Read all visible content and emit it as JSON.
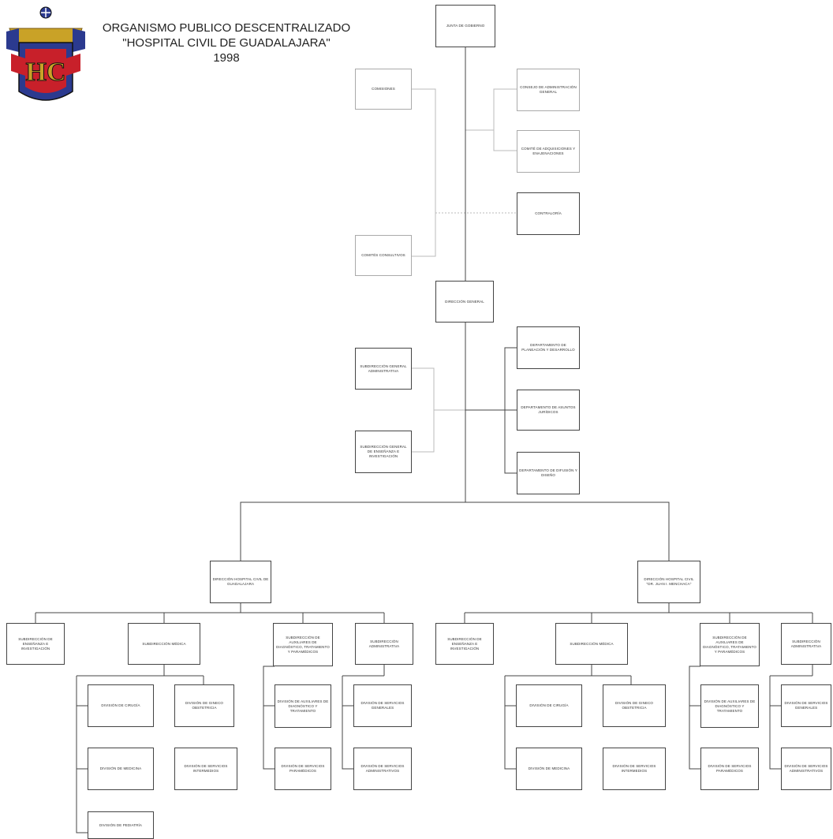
{
  "header": {
    "line1": "ORGANISMO PUBLICO DESCENTRALIZADO",
    "line2": "\"HOSPITAL CIVIL DE GUADALAJARA\"",
    "line3": "1998",
    "logo_text": "HC"
  },
  "nodes": {
    "junta": "JUNTA DE GOBIERNO",
    "comisiones": "COMISIONES",
    "consejo": "CONSEJO DE ADMINISTRACIÓN GENERAL",
    "comite_adq": "COMITÉ DE ADQUISICIONES Y ENAJENACIONES",
    "contraloria": "CONTRALORÍA",
    "comites_consultivos": "COMITÉS CONSULTIVOS",
    "direccion_general": "DIRECCIÓN GENERAL",
    "sub_general_admin": "SUBDIRECCIÓN GENERAL ADMINISTRATIVA",
    "sub_general_ense": "SUBDIRECCIÓN GENERAL DE ENSEÑANZA E INVESTIGACIÓN",
    "depto_planeacion": "DEPARTAMENTO DE PLANEACIÓN Y DESARROLLO",
    "depto_juridicos": "DEPARTAMENTO DE ASUNTOS JURÍDICOS",
    "depto_difusion": "DEPARTAMENTO DE DIFUSIÓN Y DISEÑO",
    "dir_hcg": "DIRECCIÓN HOSPITAL CIVIL DE GUADALAJARA",
    "dir_menchaca": "DIRECCIÓN HOSPITAL CIVIL \"DR. JUAN I. MENCHACA\"",
    "sub_ense": "SUBDIRECCIÓN DE ENSEÑANZA E INVESTIGACIÓN",
    "sub_medica": "SUBDIRECCIÓN MÉDICA",
    "sub_auxiliares": "SUBDIRECCIÓN DE AUXILIARES DE DIAGNÓSTICO, TRATAMIENTO Y PARAMÉDICOS",
    "sub_admin": "SUBDIRECCIÓN ADMINISTRATIVA",
    "div_cirugia": "DIVISIÓN DE CIRUGÍA",
    "div_gineco": "DIVISIÓN DE GINECO OBSTETRICIA",
    "div_medicina": "DIVISIÓN DE MEDICINA",
    "div_serv_interm": "DIVISIÓN DE SERVICIOS INTERMEDIOS",
    "div_pediatria": "DIVISIÓN DE PEDIATRÍA",
    "div_aux_diag": "DIVISIÓN DE AUXILIARES DE DIAGNÓSTICO Y TRATAMIENTO",
    "div_serv_param": "DIVISIÓN DE SERVICIOS PARAMÉDICOS",
    "div_serv_gen": "DIVISIÓN DE SERVICIOS GENERALES",
    "div_serv_admin": "DIVISIÓN DE SERVICIOS ADMINISTRATIVOS"
  },
  "colors": {
    "line": "#444444",
    "line_light": "#bbbbbb",
    "logo_blue": "#2b3a8f",
    "logo_red": "#c8202a",
    "logo_gold": "#c9a227"
  }
}
